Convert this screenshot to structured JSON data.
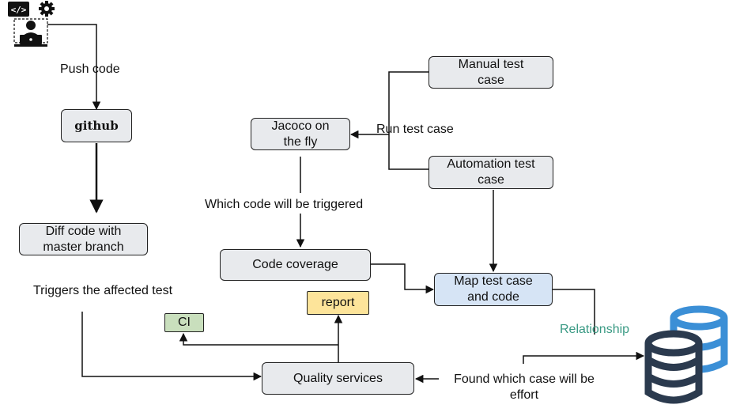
{
  "nodes": {
    "github": "github",
    "diff": "Diff code with\nmaster branch",
    "jacoco": "Jacoco on\nthe fly",
    "manual": "Manual test\ncase",
    "automation": "Automation test\ncase",
    "coverage": "Code coverage",
    "map": "Map test case\nand code",
    "report": "report",
    "ci": "CI",
    "quality": "Quality services"
  },
  "labels": {
    "push": "Push code",
    "triggers": "Triggers the affected test",
    "run": "Run test case",
    "which": "Which code will be triggered",
    "relationship": "Relationship",
    "found": "Found which case will be\neffort"
  },
  "icons": {
    "developer": "developer-laptop-icon",
    "code": "code-brackets-icon",
    "gear": "gear-icon",
    "database": "database-icon"
  },
  "colors": {
    "node_gray": "#e8eaed",
    "node_blue": "#d6e4f5",
    "node_yellow": "#fde49a",
    "node_green": "#c9dfbd",
    "relationship_text": "#3a9a84",
    "db_dark": "#2b3a4e",
    "db_light": "#3b8fd6"
  }
}
